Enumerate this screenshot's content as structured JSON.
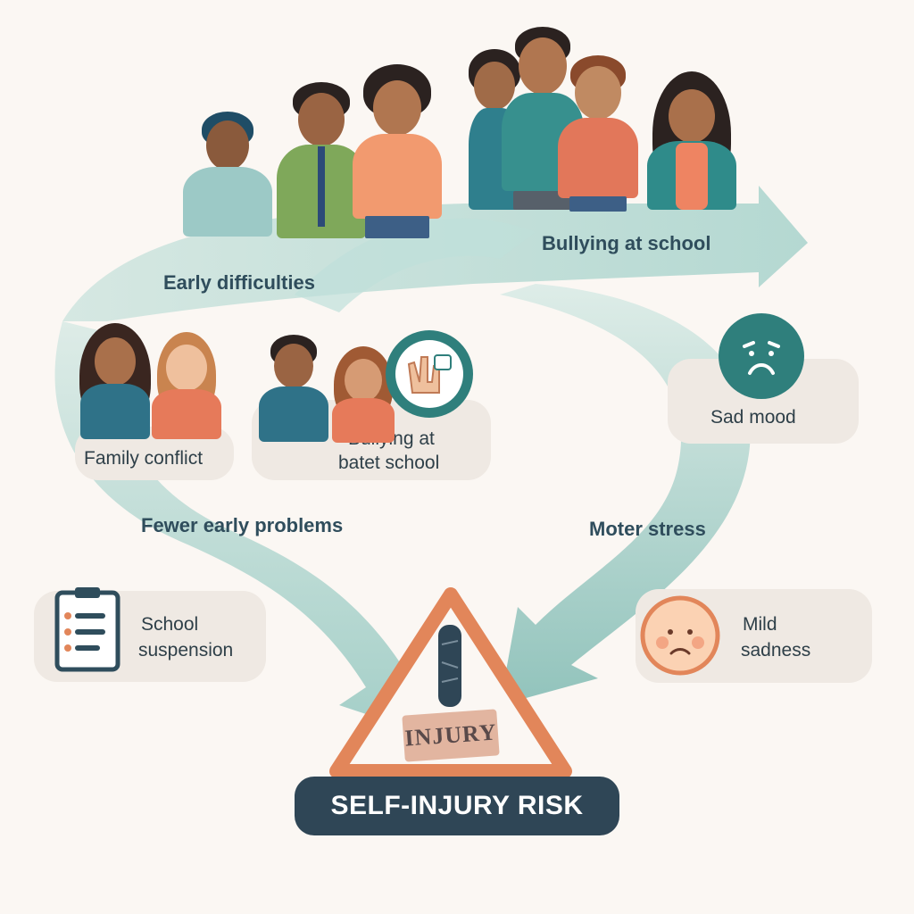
{
  "flows": {
    "early_difficulties": "Early difficulties",
    "bullying_top": "Bullying at school",
    "fewer_early_problems": "Fewer early problems",
    "moter_stress": "Moter stress"
  },
  "cards": {
    "family_conflict": "Family conflict",
    "bullying_line1": "Bullying at",
    "bullying_line2": "batet school",
    "sad_mood": "Sad mood",
    "school_line1": "School",
    "school_line2": "suspension",
    "mild_line1": "Mild",
    "mild_line2": "sadness"
  },
  "warning": {
    "injury_text": "INJURY",
    "badge": "SELF-INJURY RISK"
  },
  "colors": {
    "flow": "#9fcdc6",
    "teal_badge": "#2f7f7c",
    "warning_orange": "#e2865a",
    "dark_badge": "#2f4656",
    "card_bg": "#efe9e3",
    "label": "#2f4d5c"
  },
  "icons": {
    "sad_mood": "sad-face-icon",
    "bullying": "raised-hands-icon",
    "school_suspension": "clipboard-icon",
    "mild_sadness": "mild-sad-face-icon",
    "warning": "warning-triangle-icon"
  }
}
